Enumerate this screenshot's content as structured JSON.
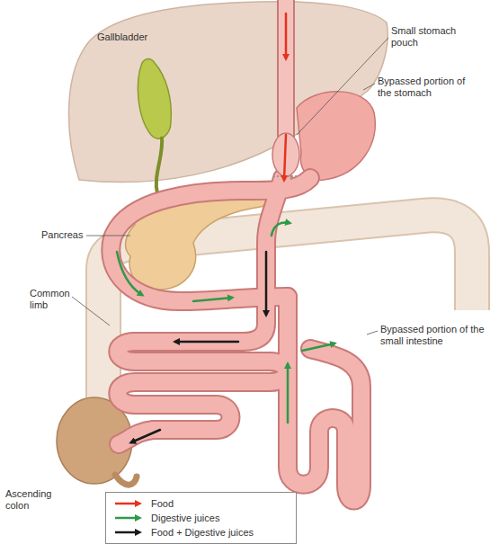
{
  "diagram": {
    "labels": [
      "Gallbladder",
      "Small stomach pouch",
      "Bypassed portion of the stomach",
      "Pancreas",
      "Common limb",
      "Bypassed portion of the small intestine",
      "Ascending colon"
    ],
    "legend": [
      {
        "text": "Food"
      },
      {
        "text": "Digestive juices"
      },
      {
        "text": "Food + Digestive juices"
      }
    ]
  }
}
